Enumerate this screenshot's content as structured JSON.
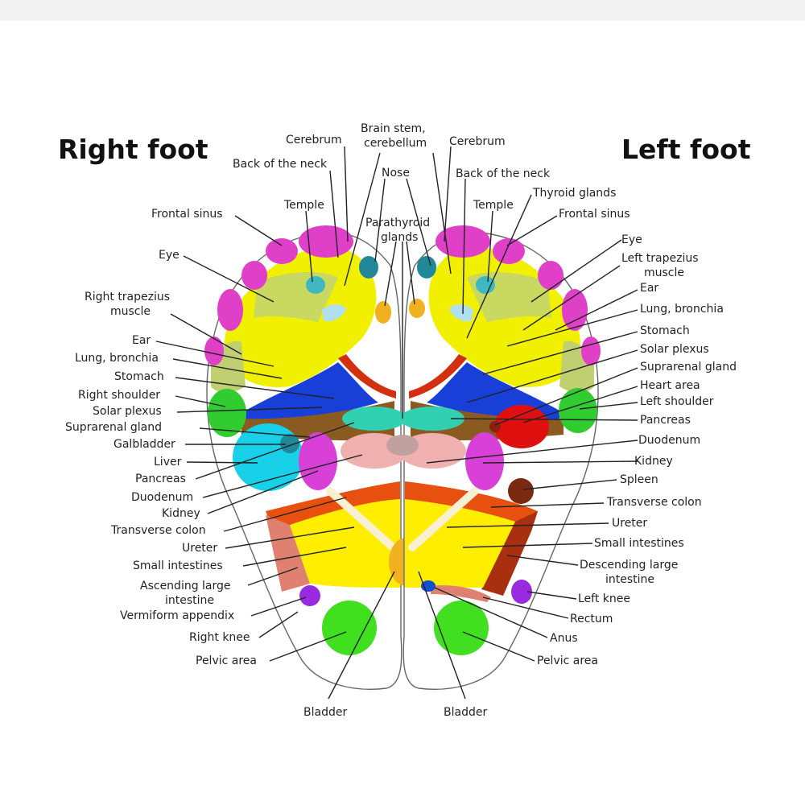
{
  "headings": {
    "right_foot": "Right foot",
    "left_foot": "Left foot"
  },
  "labels": {
    "cerebrum_r": "Cerebrum",
    "brain_stem_1": "Brain stem,",
    "brain_stem_2": "cerebellum",
    "cerebrum_l": "Cerebrum",
    "back_neck_r": "Back of the neck",
    "nose": "Nose",
    "back_neck_l": "Back of the neck",
    "thyroid": "Thyroid glands",
    "temple_r": "Temple",
    "temple_l": "Temple",
    "parathyroid_1": "Parathyroid",
    "parathyroid_2": "glands",
    "frontal_sinus_r": "Frontal sinus",
    "frontal_sinus_l": "Frontal sinus",
    "eye_r": "Eye",
    "eye_l": "Eye",
    "trapezius_r_1": "Right trapezius",
    "trapezius_r_2": "muscle",
    "trapezius_l_1": "Left trapezius",
    "trapezius_l_2": "muscle",
    "ear_r": "Ear",
    "ear_l": "Ear",
    "lung_r": "Lung, bronchia",
    "lung_l": "Lung, bronchia",
    "stomach_r": "Stomach",
    "stomach_l": "Stomach",
    "right_shoulder": "Right shoulder",
    "solar_plexus_r": "Solar plexus",
    "solar_plexus_l": "Solar plexus",
    "suprarenal_r": "Suprarenal gland",
    "suprarenal_l": "Suprarenal gland",
    "heart_area": "Heart area",
    "left_shoulder": "Left shoulder",
    "galbladder": "Galbladder",
    "pancreas_l": "Pancreas",
    "liver": "Liver",
    "duodenum_l": "Duodenum",
    "pancreas_r": "Pancreas",
    "kidney_l": "Kidney",
    "duodenum_r": "Duodenum",
    "spleen": "Spleen",
    "kidney_r": "Kidney",
    "transverse_colon_l": "Transverse colon",
    "transverse_colon_r": "Transverse colon",
    "ureter_l": "Ureter",
    "ureter_r": "Ureter",
    "small_int_l": "Small intestines",
    "small_int_r": "Small intestines",
    "descending_1": "Descending large",
    "descending_2": "intestine",
    "ascending_1": "Ascending large",
    "ascending_2": "intestine",
    "left_knee": "Left knee",
    "vermiform": "Vermiform appendix",
    "rectum": "Rectum",
    "right_knee": "Right knee",
    "anus": "Anus",
    "pelvic_r": "Pelvic area",
    "pelvic_l": "Pelvic area",
    "bladder_r": "Bladder",
    "bladder_l": "Bladder"
  },
  "zone_colors": {
    "toes_sinus": "#e040c8",
    "head_zone": "#f0f000",
    "neck_band": "#c8d860",
    "eye_ear_zone": "#c0d070",
    "solar_band": "#1840d8",
    "waist_brown": "#8a5a20",
    "diaphragm_red": "#d23010",
    "shoulder_green": "#30cc30",
    "liver_cyan": "#18d0e8",
    "kidney_magenta": "#d840d8",
    "pancreas_teal": "#30d0b0",
    "duodenum_pink": "#f0b0b0",
    "heart_red": "#e01010",
    "spleen_brown": "#7a2a10",
    "colon_orange": "#e85010",
    "intestine_yellow": "#ffee00",
    "bladder_orange": "#f0b020",
    "pelvic_green": "#40e020",
    "knee_purple": "#9a2ae0",
    "rectum_salmon": "#e08070"
  }
}
